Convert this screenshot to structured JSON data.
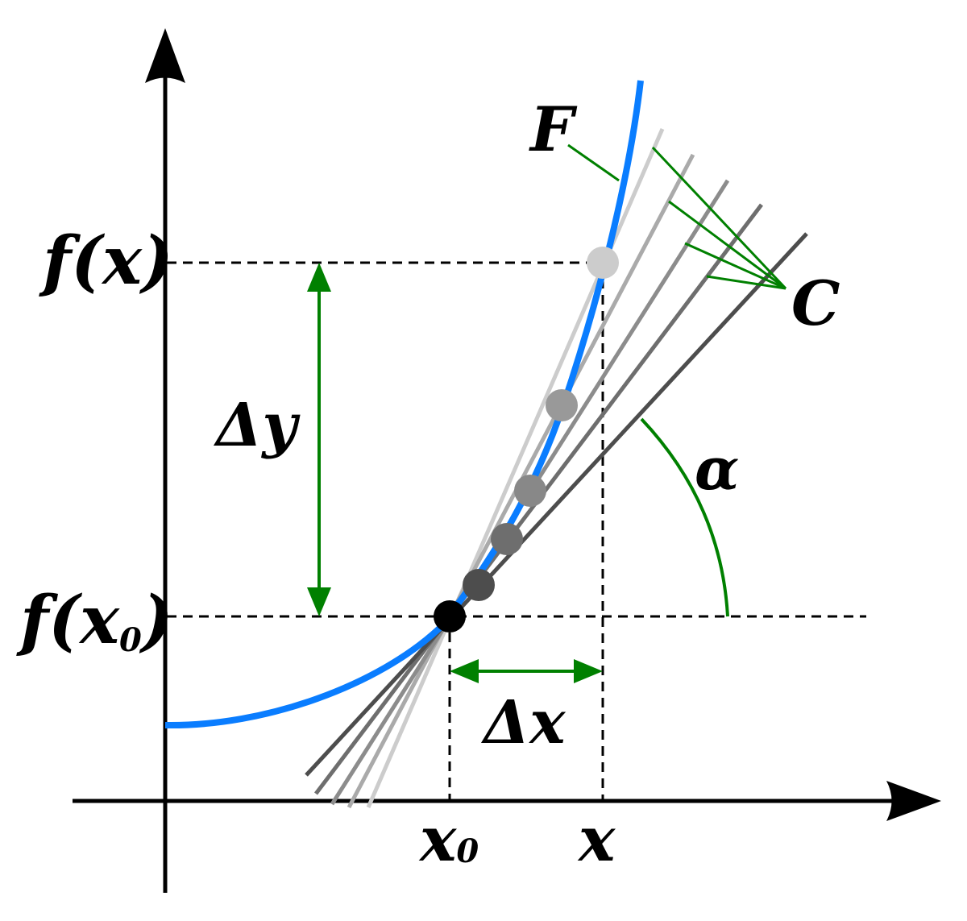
{
  "labels": {
    "curve": "F",
    "secants": "C",
    "fx": "f(x)",
    "fx0_prefix": "f(x",
    "fx0_sub": "0",
    "fx0_suffix": ")",
    "delta_y": "Δy",
    "delta_x": "Δx",
    "alpha": "α",
    "x0_main": "x",
    "x0_sub": "0",
    "x": "x"
  },
  "colors": {
    "axis": "#000000",
    "curve": "#0a7dff",
    "annotation": "#008000",
    "guide": "#000000",
    "point_x0": "#000000",
    "point_x": "#cccccc",
    "secants": [
      "#cccccc",
      "#aaaaaa",
      "#8c8c8c",
      "#6e6e6e",
      "#4d4d4d"
    ],
    "points": [
      "#cccccc",
      "#999999",
      "#888888",
      "#6e6e6e",
      "#4d4d4d"
    ]
  }
}
